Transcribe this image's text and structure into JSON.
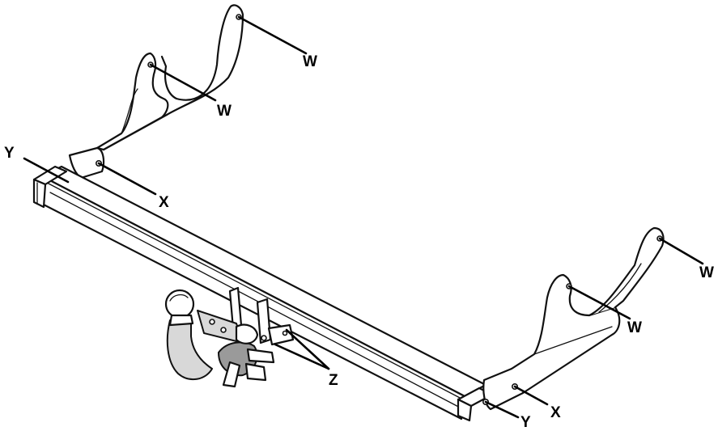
{
  "callouts": [
    {
      "id": "w1",
      "text": "W"
    },
    {
      "id": "w2",
      "text": "W"
    },
    {
      "id": "w3",
      "text": "W"
    },
    {
      "id": "w4",
      "text": "W"
    },
    {
      "id": "x1",
      "text": "X"
    },
    {
      "id": "x2",
      "text": "X"
    },
    {
      "id": "y1",
      "text": "Y"
    },
    {
      "id": "y2",
      "text": "Y"
    },
    {
      "id": "z1",
      "text": "Z"
    }
  ]
}
